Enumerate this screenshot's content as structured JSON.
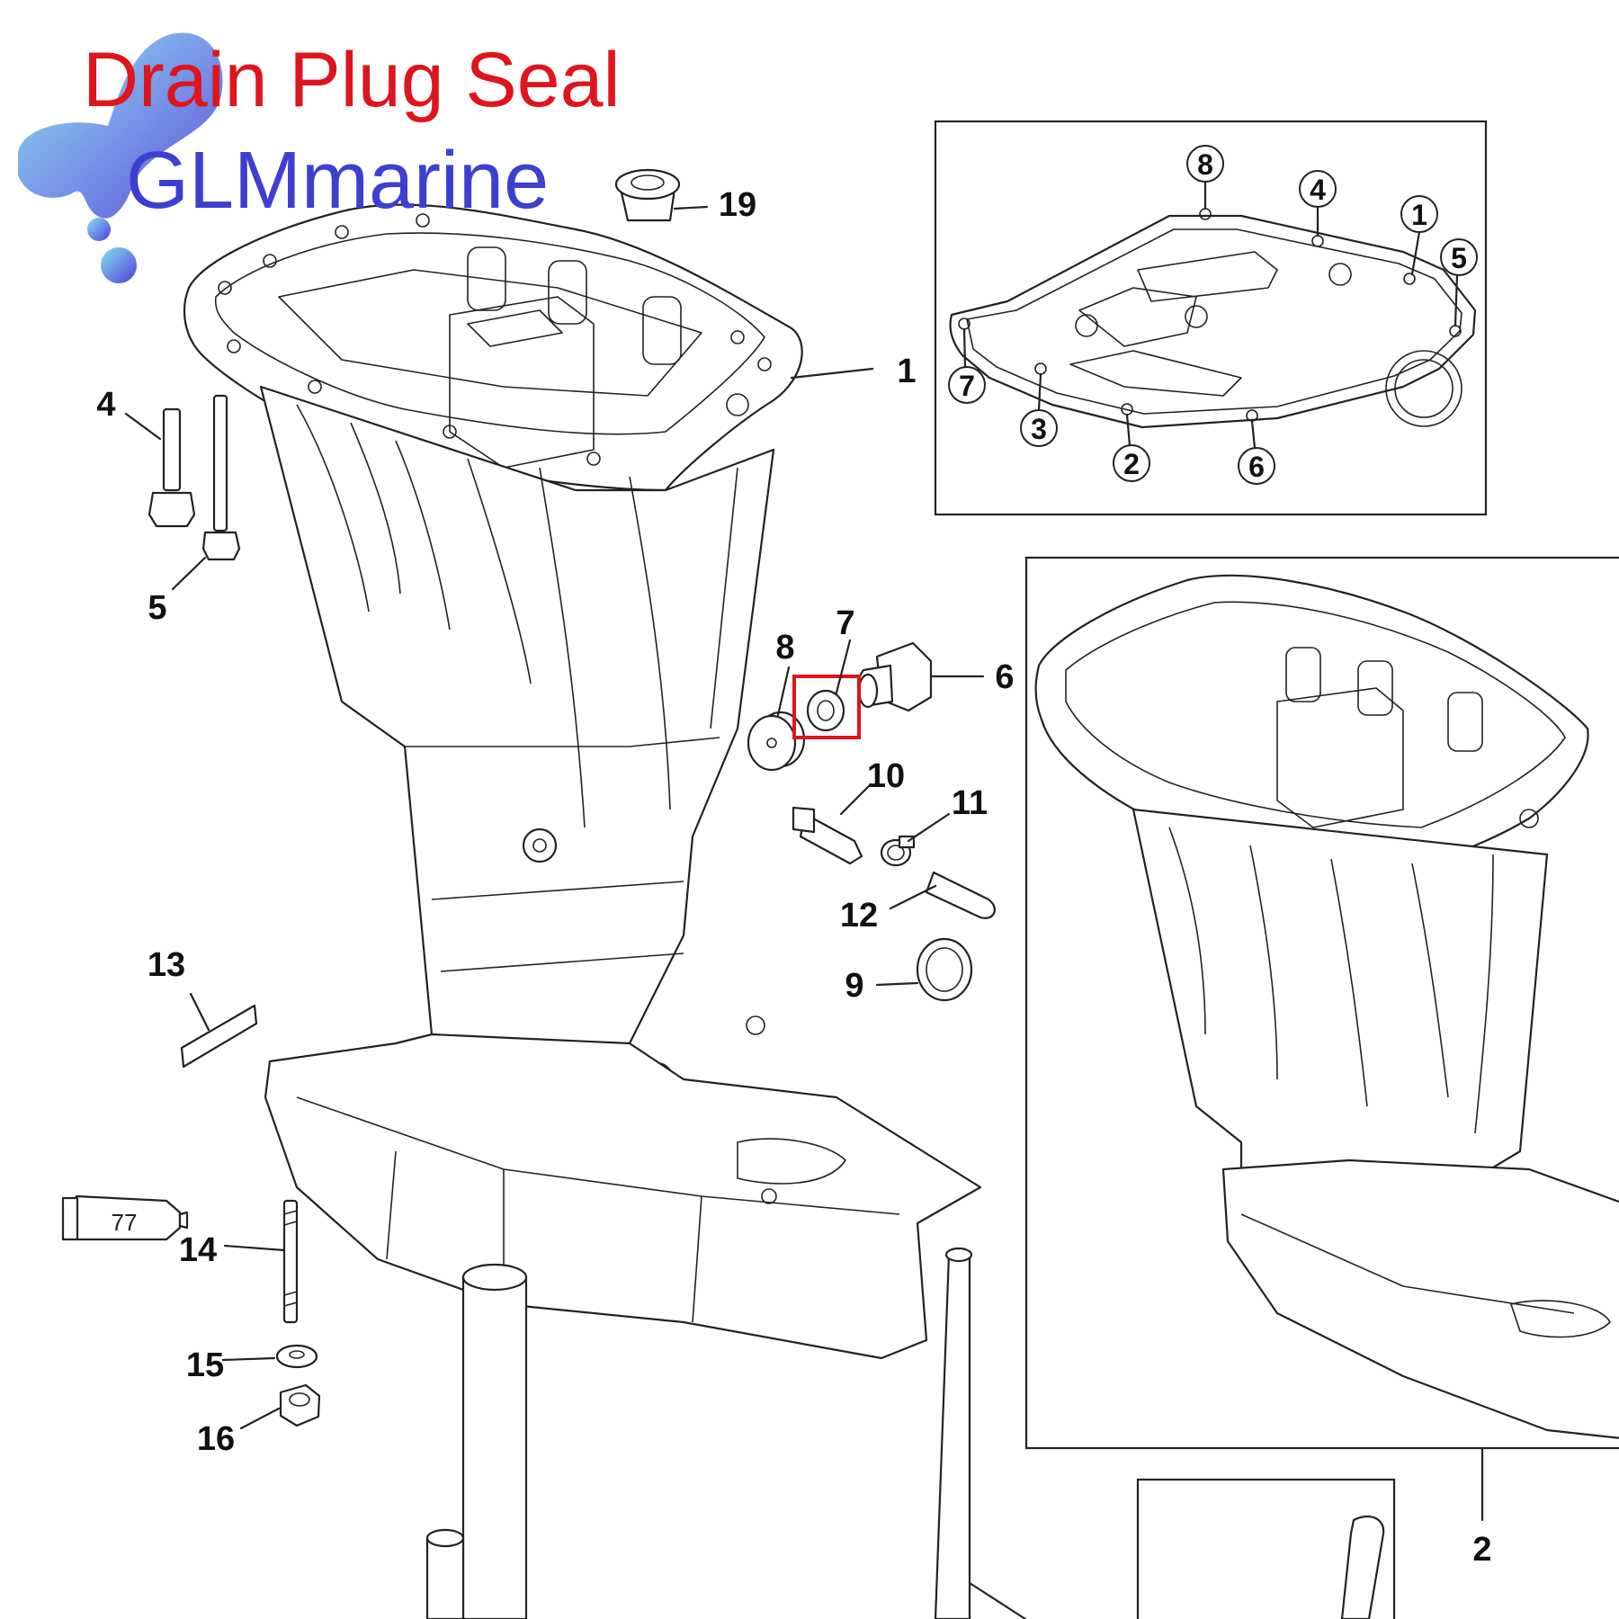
{
  "header": {
    "title": "Drain Plug Seal",
    "brand": "GLMmarine"
  },
  "callouts": {
    "c1": "1",
    "c2": "2",
    "c4": "4",
    "c5": "5",
    "c6": "6",
    "c7": "7",
    "c8": "8",
    "c9": "9",
    "c10": "10",
    "c11": "11",
    "c12": "12",
    "c13": "13",
    "c14": "14",
    "c15": "15",
    "c16": "16",
    "c19": "19"
  },
  "gasket_sequence": {
    "n1": "1",
    "n2": "2",
    "n3": "3",
    "n4": "4",
    "n5": "5",
    "n6": "6",
    "n7": "7",
    "n8": "8"
  },
  "sealant_tube_label": "77",
  "highlight_color": "#e0141c",
  "brand_color": "#3d3fd1"
}
